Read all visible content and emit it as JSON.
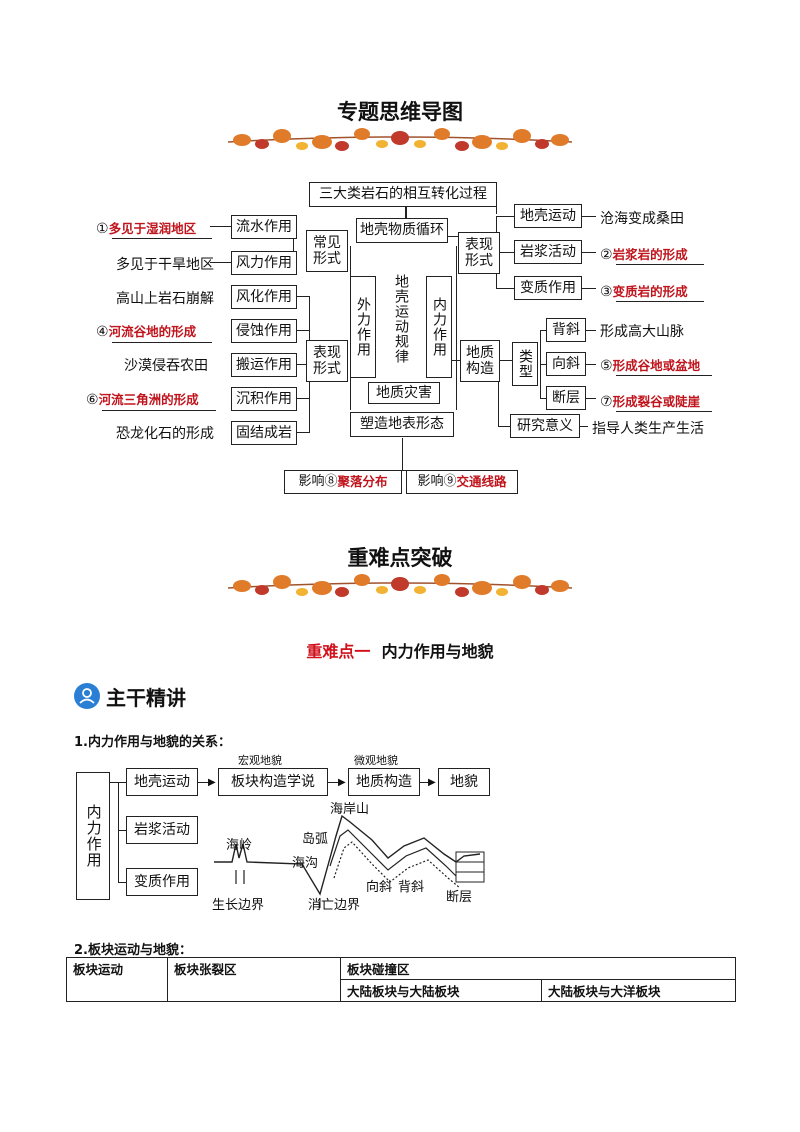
{
  "section1": {
    "title": "专题思维导图"
  },
  "mindmap": {
    "top_box": "三大类岩石的相互转化过程",
    "cycle_box": "地壳物质循环",
    "external": "外力作用",
    "center": "地壳运动规律",
    "internal": "内力作用",
    "disaster": "地质灾害",
    "shaping": "塑造地表形态",
    "left_forms_1": "常见形式",
    "left_forms_2": "表现形式",
    "processes": [
      "流水作用",
      "风力作用",
      "风化作用",
      "侵蚀作用",
      "搬运作用",
      "沉积作用",
      "固结成岩"
    ],
    "left_labels": [
      {
        "num": "①",
        "text": "多见于湿润地区",
        "red": true
      },
      {
        "num": "",
        "text": "多见于干旱地区",
        "red": false
      },
      {
        "num": "",
        "text": "高山上岩石崩解",
        "red": false
      },
      {
        "num": "④",
        "text": "河流谷地的形成",
        "red": true
      },
      {
        "num": "",
        "text": "沙漠侵吞农田",
        "red": false
      },
      {
        "num": "⑥",
        "text": "河流三角洲的形成",
        "red": true
      },
      {
        "num": "",
        "text": "恐龙化石的形成",
        "red": false
      }
    ],
    "right_forms": "表现形式",
    "right_processes": [
      "地壳运动",
      "岩浆活动",
      "变质作用"
    ],
    "right_results": [
      {
        "num": "",
        "text": "沧海变成桑田",
        "red": false
      },
      {
        "num": "②",
        "text": "岩浆岩的形成",
        "red": true
      },
      {
        "num": "③",
        "text": "变质岩的形成",
        "red": true
      }
    ],
    "geo_structure": "地质构造",
    "types": "类型",
    "structure_types": [
      "背斜",
      "向斜",
      "断层"
    ],
    "structure_results": [
      {
        "num": "",
        "text": "形成高大山脉",
        "red": false
      },
      {
        "num": "⑤",
        "text": "形成谷地或盆地",
        "red": true
      },
      {
        "num": "⑦",
        "text": "形成裂谷或陡崖",
        "red": true
      }
    ],
    "research": "研究意义",
    "research_result": "指导人类生产生活",
    "influence_8_prefix": "影响⑧",
    "influence_8": "聚落分布",
    "influence_9_prefix": "影响⑨",
    "influence_9": "交通线路"
  },
  "section2": {
    "title": "重难点突破"
  },
  "subsection": {
    "label": "重难点一",
    "title": "内力作用与地貌"
  },
  "core": {
    "title": "主干精讲"
  },
  "item1": {
    "heading": "1.内力作用与地貌的关系：",
    "main_box": "内力作用",
    "rows": [
      "地壳运动",
      "岩浆活动",
      "变质作用"
    ],
    "macro_label": "宏观地貌",
    "micro_label": "微观地貌",
    "plate_theory": "板块构造学说",
    "geo_structure": "地质构造",
    "landform": "地貌",
    "sketch_labels": {
      "coast_mountain": "海岸山",
      "island_arc": "岛弧",
      "ridge": "海岭",
      "trench": "海沟",
      "syncline": "向斜",
      "anticline": "背斜",
      "fault": "断层",
      "growth_boundary": "生长边界",
      "subduction_boundary": "消亡边界"
    }
  },
  "item2": {
    "heading": "2.板块运动与地貌：",
    "col1": "板块运动",
    "col2": "板块张裂区",
    "col3": "板块碰撞区",
    "sub1": "大陆板块与大陆板块",
    "sub2": "大陆板块与大洋板块"
  }
}
